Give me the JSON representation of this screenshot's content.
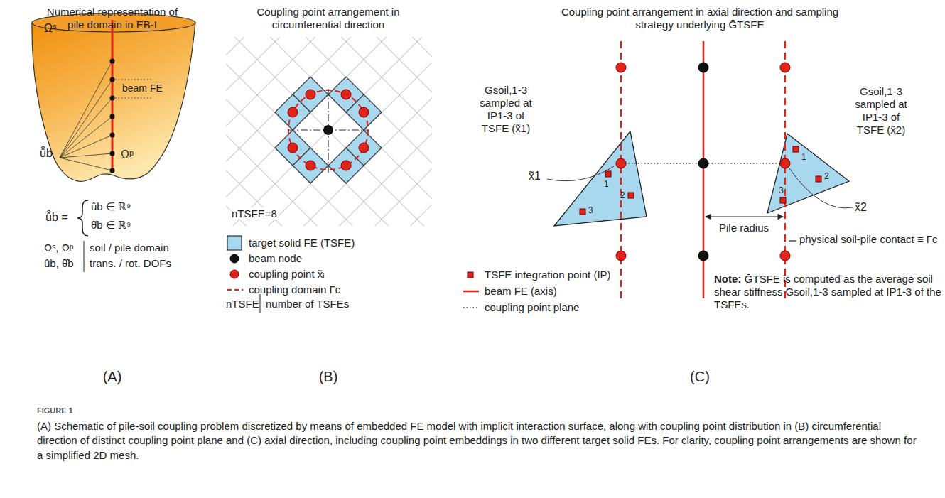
{
  "diagram": {
    "caption": "(A) Schematic of pile-soil coupling problem discretized by means of embedded FE model with implicit interaction surface, along with coupling point distribution in (B) circumferential direction of distinct coupling point plane and (C) axial direction, including coupling point embeddings in two different target solid FEs. For clarity, coupling point arrangements are shown for a simplified 2D mesh.",
    "labels": [
      "Numerical representation of pile domain in EB-I",
      "Ωˢ",
      "beam FE",
      "Ωᵖ",
      "û̂b",
      "û̂b =",
      "ûb ∈ ℝ⁹",
      "θ̂b ∈ ℝ⁹",
      "Ωˢ, Ωᵖ",
      "ûb, θ̂b",
      "(A)",
      "Coupling point arrangement in circumferential direction",
      "nTSFE=8",
      "nTSFE",
      "(B)",
      "Coupling point arrangement in axial direction and sampling strategy underlying ḠTSFE",
      "Gsoil,1-3 sampled at IP1-3 of TSFE (x̃1)",
      "Gsoil,1-3 sampled at IP1-3 of TSFE (x̃2)",
      "1",
      "2",
      "3",
      "1",
      "2",
      "3",
      "x̃1",
      "x̃2",
      "Pile radius",
      "physical soil-pile contact ≡ Γc",
      "Note:",
      "ḠTSFE is computed as the average soil shear stiffness Gsoil,1-3 sampled at IP1-3 of the TSFEs.",
      "(C)",
      "FIGURE 1"
    ],
    "legend": [
      {
        "text": "soil / pile domain"
      },
      {
        "text": "trans. / rot. DOFs"
      },
      {
        "text": "target solid FE (TSFE)",
        "color": "#a8d8ee"
      },
      {
        "text": "beam node"
      },
      {
        "text": "coupling point x̃ᵢ"
      },
      {
        "text": "coupling domain Γc"
      },
      {
        "text": "number of TSFEs"
      },
      {
        "text": "TSFE integration point (IP)"
      },
      {
        "text": "beam FE (axis)"
      },
      {
        "text": "coupling point plane"
      }
    ]
  }
}
